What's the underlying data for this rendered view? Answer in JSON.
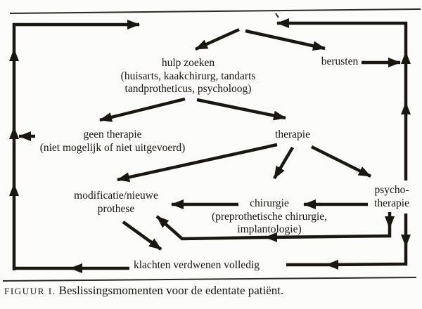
{
  "page": {
    "background": "#fcfcfa",
    "ink": "#17130e"
  },
  "diagram": {
    "nodes": {
      "hulp_zoeken": {
        "lines": [
          "hulp zoeken",
          "(huisarts, kaakchirurg, tandarts",
          "tandprotheticus, psycholoog)"
        ]
      },
      "berusten": {
        "label": "berusten"
      },
      "geen_therapie": {
        "lines": [
          "geen therapie",
          "(niet mogelijk of niet uitgevoerd)"
        ]
      },
      "therapie": {
        "label": "therapie"
      },
      "modificatie_prothese": {
        "lines": [
          "modificatie/nieuwe",
          "prothese"
        ]
      },
      "chirurgie": {
        "lines": [
          "chirurgie",
          "(preprothetische chirurgie,",
          "implantologie)"
        ]
      },
      "psychotherapie": {
        "lines": [
          "psycho-",
          "therapie"
        ]
      },
      "klachten_verdwenen": {
        "label": "klachten verdwenen volledig"
      }
    },
    "caption": {
      "figure_label": "FIGUUR I.",
      "text": "Beslissingsmomenten voor de edentate patiënt."
    }
  }
}
